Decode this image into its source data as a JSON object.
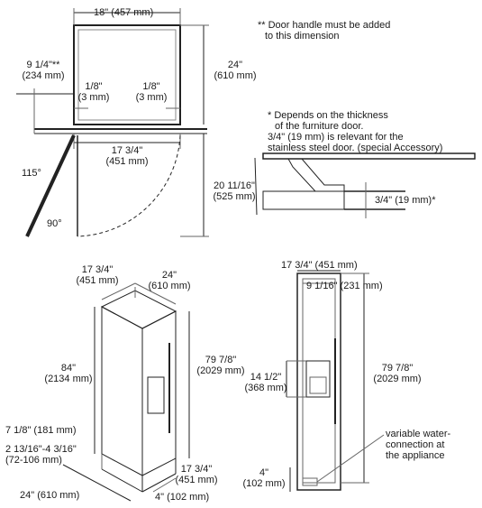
{
  "notes": {
    "door_handle": [
      "** Door handle must be added",
      "to this dimension"
    ],
    "depends": [
      "* Depends on the thickness",
      "of the furniture door.",
      "3/4\" (19 mm) is relevant for the",
      "stainless steel door. (special Accessory)"
    ]
  },
  "top_view": {
    "width": "18\" (457 mm)",
    "depth_in": "24\"",
    "depth_mm": "(610 mm)",
    "door_offset_in": "9 1/4\"**",
    "door_offset_mm": "(234 mm)",
    "gap_left_in": "1/8\"",
    "gap_left_mm": "(3 mm)",
    "gap_right_in": "1/8\"",
    "gap_right_mm": "(3 mm)",
    "door_width_in": "17 3/4\"",
    "door_width_mm": "(451 mm)",
    "swing_in": "20 11/16\"",
    "swing_mm": "(525 mm)",
    "angle_open": "115°",
    "angle_90": "90°"
  },
  "door_detail": {
    "thickness": "3/4\" (19 mm)*"
  },
  "iso_view": {
    "depth_top_in": "17 3/4\"",
    "depth_top_mm": "(451 mm)",
    "width_top_in": "24\"",
    "width_top_mm": "(610 mm)",
    "height_in": "84\"",
    "height_mm": "(2134 mm)",
    "height2_in": "79 7/8\"",
    "height2_mm": "(2029 mm)",
    "plinth_depth": "7 1/8\" (181 mm)",
    "plinth_height_in": "2 13/16\"-4 3/16\"",
    "plinth_height_mm": "(72-106 mm)",
    "bottom_width": "24\" (610 mm)",
    "bottom_depth_in": "17 3/4\"",
    "bottom_depth_mm": "(451 mm)",
    "bottom_height": "4\" (102 mm)"
  },
  "front_view": {
    "width": "17 3/4\" (451 mm)",
    "dispenser_offset": "9 1/16\" (231 mm)",
    "dispenser_height_in": "14 1/2\"",
    "dispenser_height_mm": "(368 mm)",
    "height_in": "79 7/8\"",
    "height_mm": "(2029 mm)",
    "water_connection": [
      "variable water-",
      "connection at",
      "the appliance"
    ],
    "bottom_in": "4\"",
    "bottom_mm": "(102 mm)"
  }
}
